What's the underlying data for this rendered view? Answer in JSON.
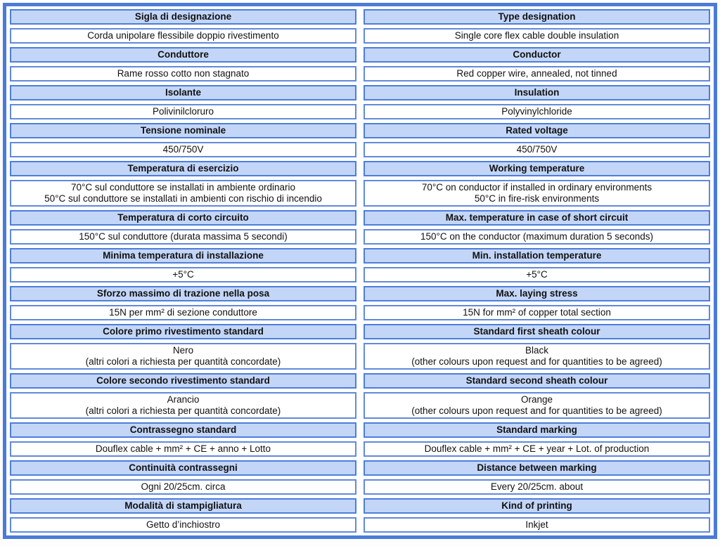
{
  "document": {
    "type": "cable-specification-table",
    "languages": [
      "Italiano",
      "English"
    ]
  },
  "colors": {
    "outer_border": "#4a7bd9",
    "header_fill": "#c3d6f8",
    "header_border": "#4d7ed8",
    "value_border": "#6189db",
    "text": "#111111",
    "background": "#ffffff"
  },
  "table": {
    "rows": [
      {
        "header_it": "Sigla di designazione",
        "header_en": "Type designation",
        "value_it": "Corda unipolare flessibile doppio rivestimento",
        "value_en": "Single core flex cable double insulation"
      },
      {
        "header_it": "Conduttore",
        "header_en": "Conductor",
        "value_it": "Rame rosso cotto non stagnato",
        "value_en": "Red copper wire, annealed, not tinned"
      },
      {
        "header_it": "Isolante",
        "header_en": "Insulation",
        "value_it": "Polivinilcloruro",
        "value_en": "Polyvinylchloride"
      },
      {
        "header_it": "Tensione nominale",
        "header_en": "Rated voltage",
        "value_it": "450/750V",
        "value_en": "450/750V"
      },
      {
        "header_it": "Temperatura di esercizio",
        "header_en": "Working temperature",
        "value_it": "70°C sul conduttore se installati in ambiente ordinario\n50°C sul conduttore se installati in ambienti con rischio di incendio",
        "value_en": "70°C on conductor if installed in ordinary environments\n50°C in fire-risk environments"
      },
      {
        "header_it": "Temperatura di corto circuito",
        "header_en": "Max. temperature in case of short circuit",
        "value_it": "150°C sul conduttore (durata massima 5 secondi)",
        "value_en": "150°C on the conductor (maximum duration 5 seconds)"
      },
      {
        "header_it": "Minima temperatura di installazione",
        "header_en": "Min. installation temperature",
        "value_it": "+5°C",
        "value_en": "+5°C"
      },
      {
        "header_it": "Sforzo massimo di trazione nella posa",
        "header_en": "Max. laying stress",
        "value_it": "15N per mm² di sezione conduttore",
        "value_en": "15N for mm² of copper total section"
      },
      {
        "header_it": "Colore primo rivestimento standard",
        "header_en": "Standard first sheath colour",
        "value_it": "Nero\n(altri colori a richiesta per quantità concordate)",
        "value_en": "Black\n(other colours upon request and for quantities to be agreed)"
      },
      {
        "header_it": "Colore secondo rivestimento standard",
        "header_en": "Standard second sheath colour",
        "value_it": "Arancio\n(altri colori a richiesta per quantità concordate)",
        "value_en": "Orange\n(other colours upon request and for quantities to be agreed)"
      },
      {
        "header_it": "Contrassegno standard",
        "header_en": "Standard marking",
        "value_it": "Douflex cable + mm² + CE + anno + Lotto",
        "value_en": "Douflex cable + mm² + CE + year + Lot. of production"
      },
      {
        "header_it": "Continuità contrassegni",
        "header_en": "Distance between marking",
        "value_it": "Ogni 20/25cm. circa",
        "value_en": "Every 20/25cm. about"
      },
      {
        "header_it": "Modalità di stampigliatura",
        "header_en": "Kind of printing",
        "value_it": "Getto d’inchiostro",
        "value_en": "Inkjet"
      }
    ]
  }
}
